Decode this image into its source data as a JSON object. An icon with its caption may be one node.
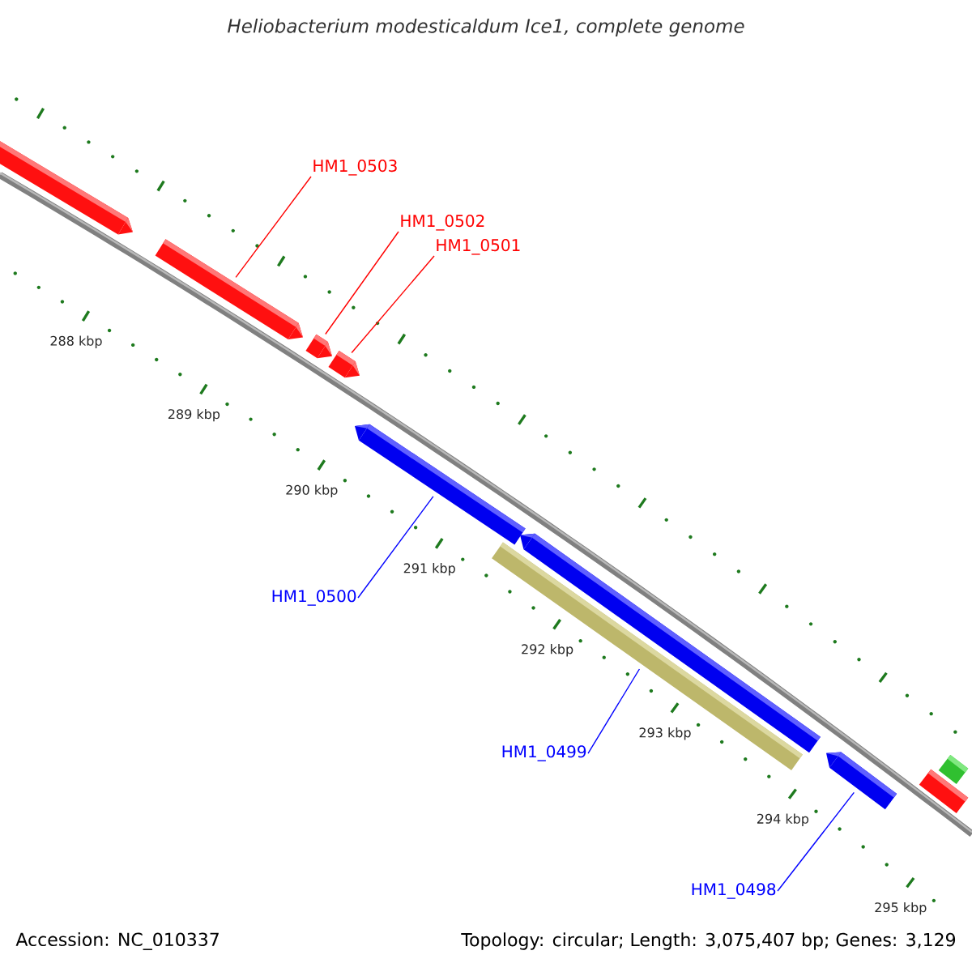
{
  "diagram": {
    "title": "Heliobacterium modesticaldum Ice1, complete genome",
    "nodes": [
      {
        "text": [],
        "shape": "bar"
      },
      {
        "text": [],
        "shape": "bar"
      },
      {
        "text": [],
        "shape": "bar"
      },
      {
        "text": [],
        "shape": "bar"
      },
      {
        "text": [],
        "shape": "bar"
      },
      {
        "text": [],
        "shape": "bar"
      },
      {
        "text": [],
        "shape": "bar"
      },
      {
        "text": [],
        "shape": "bar"
      },
      {
        "text": [],
        "shape": "bar"
      },
      {
        "text": [],
        "shape": "bar"
      },
      {
        "text": [
          "HM1_0503"
        ]
      },
      {
        "text": [
          "HM1_0502"
        ]
      },
      {
        "text": [
          "HM1_0501"
        ]
      },
      {
        "text": [
          "HM1_0500"
        ]
      },
      {
        "text": [
          "HM1_0499"
        ]
      },
      {
        "text": [
          "HM1_0498"
        ]
      }
    ],
    "edges": [
      {
        "from": 10,
        "to": 1,
        "arrow": "none",
        "color": "#ff0000"
      },
      {
        "from": 11,
        "to": 2,
        "arrow": "none",
        "color": "#ff0000"
      },
      {
        "from": 12,
        "to": 3,
        "arrow": "none",
        "color": "#ff0000"
      },
      {
        "from": 13,
        "to": 4,
        "arrow": "none",
        "color": "#0000ff"
      },
      {
        "from": 14,
        "to": 5,
        "arrow": "none",
        "color": "#0000ff"
      },
      {
        "from": 15,
        "to": 7,
        "arrow": "none",
        "color": "#0000ff"
      }
    ],
    "labels": [
      "288 kbp",
      "289 kbp",
      "290 kbp",
      "291 kbp",
      "292 kbp",
      "293 kbp",
      "294 kbp",
      "295 kbp",
      "Accession: NC_010337",
      "Topology: circular; Length: 3,075,407 bp; Genes: 3,129"
    ]
  }
}
